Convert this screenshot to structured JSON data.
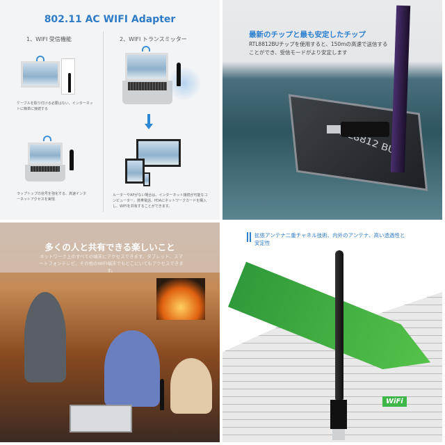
{
  "panel_features": {
    "title": "802.11 AC WIFI Adapter",
    "section1_label": "1、WIFI 受信機能",
    "section2_label": "2、WIFI トランスミッター",
    "caption1": "ケーブルを取り付ける必要はない、インターネットに簡単に接続する",
    "caption2": "ラップトップの信号を強化する、高速インターネットアクセスを実現",
    "caption3": "ルーターやAPがない場合は、インターネット接続が可能なコンピューター、携帯電話、PDAにネットワークカードを購入し、WIFIを共有することができます。"
  },
  "panel_chip": {
    "heading": "最新のチップと最も安定したチップ",
    "body": "RTL8812BUチップを使用すると、150mの高速で送信することができ、受信モードがより安定します",
    "chip_label": "RTL8812 BU"
  },
  "panel_family": {
    "heading": "多くの人と共有できる楽しいこと",
    "body": "ネットワーク上のすべての端末にアクセスできます。タブレット、スマートフォンテレビ、その他のWIFI端末でもどこにいてもアクセスできます。"
  },
  "panel_antenna": {
    "heading": "拡張アンテナ二重チャネル技術、内外のアンテナ、高い透過性と安定性",
    "sign": "WiFi"
  },
  "colors": {
    "accent_blue": "#2e7bc8",
    "green": "#3fb64a"
  }
}
